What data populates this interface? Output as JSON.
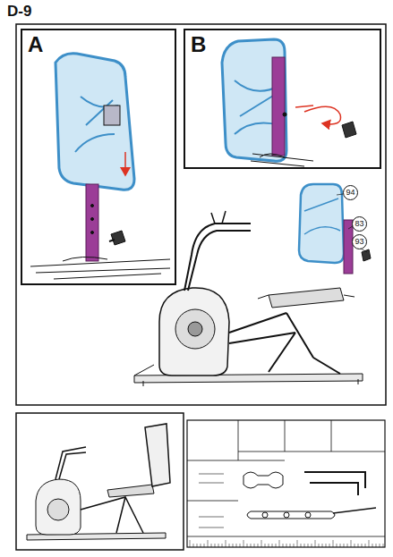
{
  "diagram": {
    "title": "D-9",
    "nodes": [
      {
        "text": [
          "A"
        ]
      },
      {
        "text": [
          "B"
        ]
      },
      {
        "text": [
          "94"
        ]
      },
      {
        "text": [
          "83"
        ]
      },
      {
        "text": [
          "93"
        ]
      }
    ]
  }
}
